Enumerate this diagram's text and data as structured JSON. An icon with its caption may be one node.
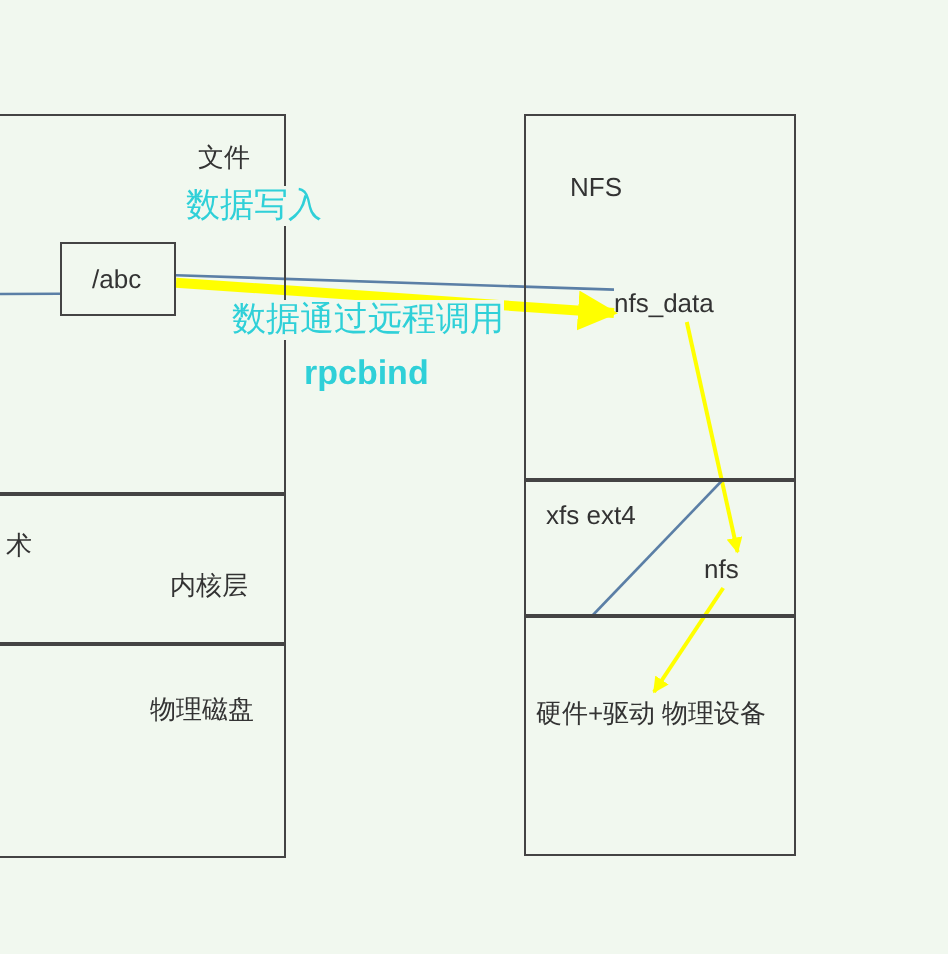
{
  "diagram": {
    "nodes": [
      {
        "text": [
          "文件"
        ]
      },
      {
        "text": [
          "/abc"
        ],
        "in": 0
      },
      {
        "text": [
          "术",
          "内核层"
        ]
      },
      {
        "text": [
          "物理磁盘"
        ]
      },
      {
        "text": [
          "NFS"
        ]
      },
      {
        "text": [
          "nfs_data"
        ],
        "in": 4
      },
      {
        "text": [
          "xfs ext4"
        ]
      },
      {
        "text": [
          "nfs"
        ],
        "in": 6
      },
      {
        "text": [
          "硬件+驱动 物理设备"
        ]
      }
    ],
    "edges": [
      {
        "from": null,
        "to": 1,
        "arrow": "none",
        "color": "#5b7fa6"
      },
      {
        "from": 1,
        "to": 5,
        "arrow": "none",
        "color": "#5b7fa6"
      },
      {
        "from": 1,
        "to": 5,
        "arrow": "to",
        "style": "thick",
        "color": "#ffff00"
      },
      {
        "from": 5,
        "to": 7,
        "arrow": "to",
        "color": "#ffff00"
      },
      {
        "from": 7,
        "to": 8,
        "arrow": "to",
        "color": "#ffff00"
      },
      {
        "from": 4,
        "to": 8,
        "arrow": "none",
        "color": "#5b7fa6"
      }
    ],
    "labels": [
      "数据写入",
      "数据通过远程调用",
      "rpcbind"
    ]
  }
}
